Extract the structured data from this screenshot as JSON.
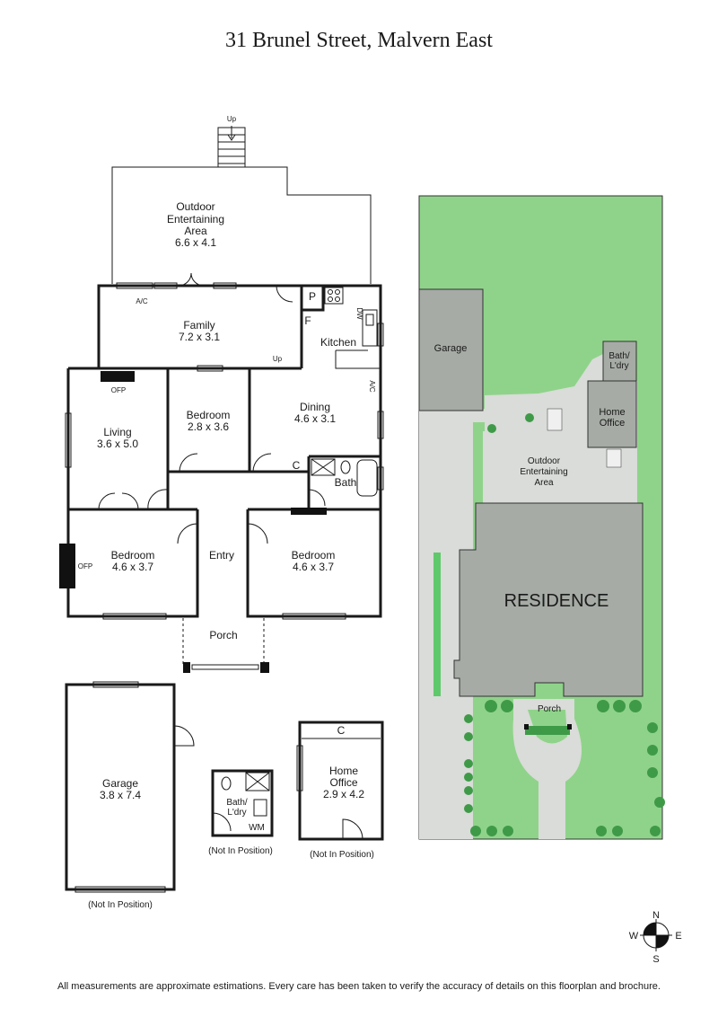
{
  "title": "31 Brunel Street, Malvern East",
  "disclaimer": "All measurements are approximate estimations. Every care has been taken to verify the accuracy of details on this floorplan and brochure.",
  "floorplan": {
    "stairs_up": "Up",
    "outdoor": {
      "name": "Outdoor Entertaining Area",
      "line1": "Outdoor",
      "line2": "Entertaining",
      "line3": "Area",
      "size": "6.6 x 4.1"
    },
    "ac1": "A/C",
    "ac2": "A/C",
    "family": {
      "name": "Family",
      "size": "7.2 x 3.1"
    },
    "pantry": "P",
    "fridge": "F",
    "dw": "DW",
    "kitchen": {
      "name": "Kitchen"
    },
    "step_up": "Up",
    "ofp_living": "OFP",
    "living": {
      "name": "Living",
      "size": "3.6 x 5.0"
    },
    "bedroom_mid": {
      "name": "Bedroom",
      "size": "2.8 x 3.6"
    },
    "dining": {
      "name": "Dining",
      "size": "4.6 x 3.1"
    },
    "cupboard": "C",
    "bath": {
      "name": "Bath"
    },
    "bedroom_left": {
      "name": "Bedroom",
      "size": "4.6 x 3.7"
    },
    "ofp_bedroom": "OFP",
    "entry": {
      "name": "Entry"
    },
    "bedroom_right": {
      "name": "Bedroom",
      "size": "4.6 x 3.7"
    },
    "porch": {
      "name": "Porch"
    }
  },
  "outbuildings": {
    "garage": {
      "name": "Garage",
      "size": "3.8 x 7.4",
      "note": "(Not In Position)"
    },
    "bath_ldry": {
      "line1": "Bath/",
      "line2": "L'dry",
      "wm": "WM",
      "note": "(Not In Position)"
    },
    "home_office": {
      "line1": "Home",
      "line2": "Office",
      "size": "2.9 x 4.2",
      "cupboard": "C",
      "note": "(Not In Position)"
    }
  },
  "siteplan": {
    "garage": "Garage",
    "bath_ldry_1": "Bath/",
    "bath_ldry_2": "L'dry",
    "home_office_1": "Home",
    "home_office_2": "Office",
    "outdoor_1": "Outdoor",
    "outdoor_2": "Entertaining",
    "outdoor_3": "Area",
    "residence": "RESIDENCE",
    "porch": "Porch",
    "colors": {
      "lawn": "#8fd38a",
      "paving": "#d9dcd8",
      "building": "#a6aba5",
      "hedge": "#3f9a48"
    }
  },
  "compass": {
    "n": "N",
    "e": "E",
    "s": "S",
    "w": "W"
  }
}
